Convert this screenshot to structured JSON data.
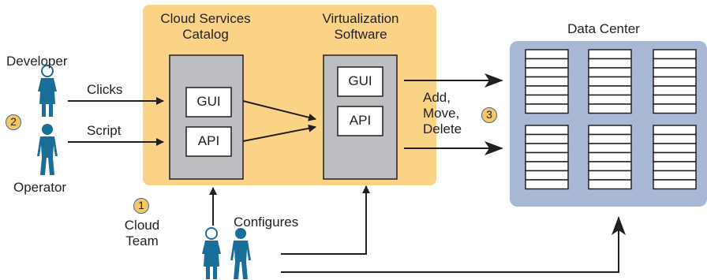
{
  "catalog": {
    "title": "Cloud Services Catalog",
    "title_line1": "Cloud Services",
    "title_line2": "Catalog",
    "gui": "GUI",
    "api": "API"
  },
  "virtualization": {
    "title": "Virtualization Software",
    "title_line1": "Virtualization",
    "title_line2": "Software",
    "gui": "GUI",
    "api": "API"
  },
  "datacenter": {
    "title": "Data Center"
  },
  "actors": {
    "developer": "Developer",
    "operator": "Operator",
    "cloud_team_line1": "Cloud",
    "cloud_team_line2": "Team"
  },
  "arrows": {
    "clicks": "Clicks",
    "script": "Script",
    "configures": "Configures",
    "actions_line1": "Add,",
    "actions_line2": "Move,",
    "actions_line3": "Delete"
  },
  "steps": {
    "one": "1",
    "two": "2",
    "three": "3"
  },
  "colors": {
    "orange_panel": "#fbd386",
    "gray_box": "#bdbec1",
    "blue_panel": "#a9b8d4",
    "person_blue": "#1a6f9a",
    "step_badge": "#f7c766"
  }
}
